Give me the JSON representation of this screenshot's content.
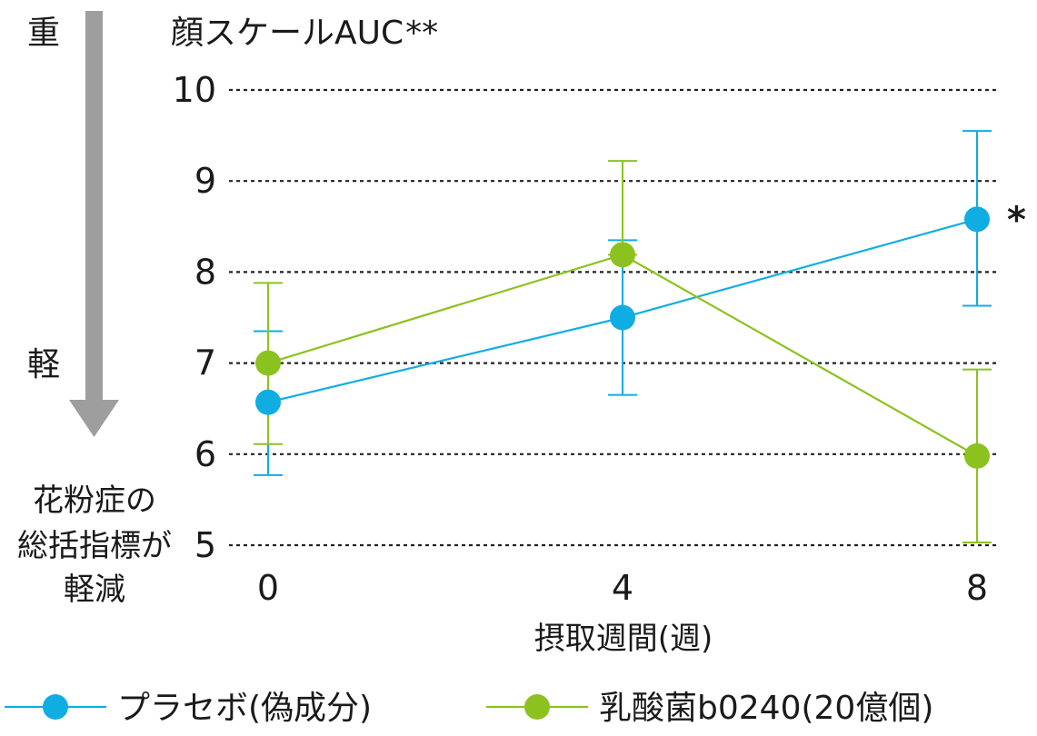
{
  "chart_data": {
    "type": "line",
    "title": "顔スケールAUC",
    "title_mark": "**",
    "xlabel": "摂取週間(週)",
    "x": [
      0,
      4,
      8
    ],
    "x_tick_labels": [
      "0",
      "4",
      "8"
    ],
    "ylim": [
      5,
      10
    ],
    "y_ticks": [
      5,
      6,
      7,
      8,
      9,
      10
    ],
    "grid": "dotted-horizontal",
    "legend_position": "bottom",
    "side_annotation": {
      "top": "重",
      "middle": "軽",
      "bottom_lines": [
        "花粉症の",
        "総括指標が",
        "軽減"
      ]
    },
    "series": [
      {
        "name": "プラセボ(偽成分)",
        "color": "#10ade3",
        "values": [
          6.57,
          7.5,
          8.58
        ],
        "error_upper": [
          7.35,
          8.35,
          9.55
        ],
        "error_lower": [
          5.77,
          6.65,
          7.63
        ],
        "marks": [
          "",
          "",
          "*"
        ]
      },
      {
        "name": "乳酸菌b0240(20億個)",
        "color": "#8cc21f",
        "values": [
          7.0,
          8.19,
          5.98
        ],
        "error_upper": [
          7.88,
          9.22,
          6.93
        ],
        "error_lower": [
          6.11,
          8.19,
          5.03
        ],
        "marks": [
          "",
          "",
          ""
        ]
      }
    ]
  }
}
